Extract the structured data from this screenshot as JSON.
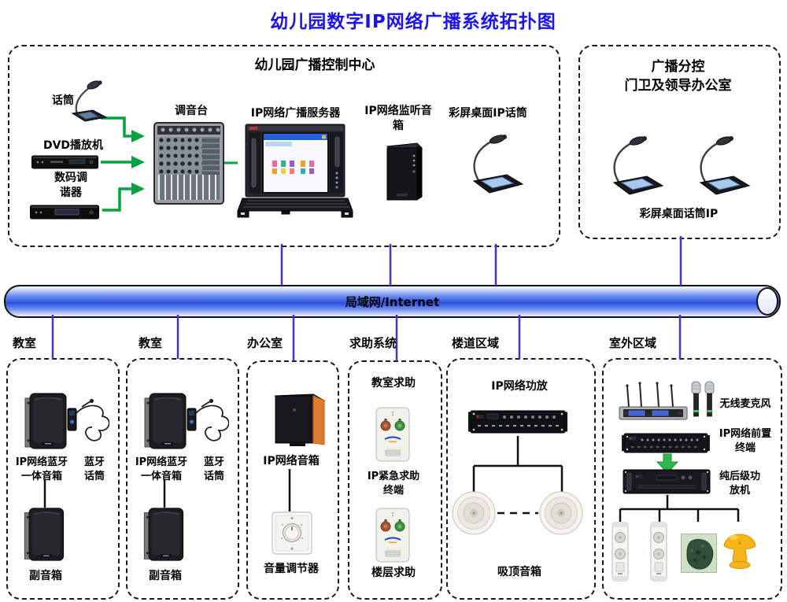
{
  "title": "幼儿园数字IP网络广播系统拓扑图",
  "network_backbone": {
    "label": "局域网/Internet"
  },
  "control_center": {
    "title": "幼儿园广播控制中心",
    "mic_label": "话筒",
    "dvd_label": "DVD播放机",
    "tuner_label": "数码调谐器",
    "mixer_label": "调音台",
    "server_label": "IP网络广播服务器",
    "monitor_speaker_label": "IP网络监听音箱",
    "desk_mic_label": "彩屏桌面IP话筒"
  },
  "subcontrol": {
    "title_line1": "广播分控",
    "title_line2": "门卫及领导办公室",
    "desk_mic_label": "彩屏桌面话筒IP"
  },
  "zones": [
    {
      "label": "教室",
      "main_speaker": "IP网络蓝牙一体音箱",
      "bt_mic": "蓝牙话筒",
      "sub_speaker": "副音箱"
    },
    {
      "label": "教室",
      "main_speaker": "IP网络蓝牙一体音箱",
      "bt_mic": "蓝牙话筒",
      "sub_speaker": "副音箱"
    },
    {
      "label": "办公室",
      "speaker": "IP网络音箱",
      "volume": "音量调节器"
    },
    {
      "label": "求助系统",
      "classroom_help": "教室求助",
      "terminal": "IP紧急求助终端",
      "floor_help": "楼层求助"
    },
    {
      "label": "楼道区域",
      "amp": "IP网络功放",
      "ceiling_speaker": "吸顶音箱"
    },
    {
      "label": "室外区域",
      "wireless_mic": "无线麦克风",
      "preamp": "IP网络前置终端",
      "power_amp": "纯后级功放机"
    }
  ],
  "colors": {
    "title_blue": "#1b12ee",
    "connector_purple": "#4b2ed2",
    "arrow_green": "#00a33e",
    "pipe_blue": "#2a50dd",
    "orange_speaker": "#e07a2e",
    "mushroom_yellow": "#f4b517"
  },
  "icons": [
    "desk-microphone-icon",
    "rack-player-icon",
    "rack-tuner-icon",
    "audio-mixer-icon",
    "broadcast-server-icon",
    "monitor-speaker-icon",
    "wall-speaker-icon",
    "bluetooth-headset-icon",
    "cabinet-speaker-icon",
    "volume-knob-icon",
    "help-terminal-icon",
    "network-amplifier-icon",
    "ceiling-speaker-icon",
    "wireless-receiver-icon",
    "handheld-mic-icon",
    "column-speaker-icon",
    "rock-speaker-icon",
    "mushroom-speaker-icon",
    "network-pipe-icon",
    "green-arrow-icon"
  ]
}
